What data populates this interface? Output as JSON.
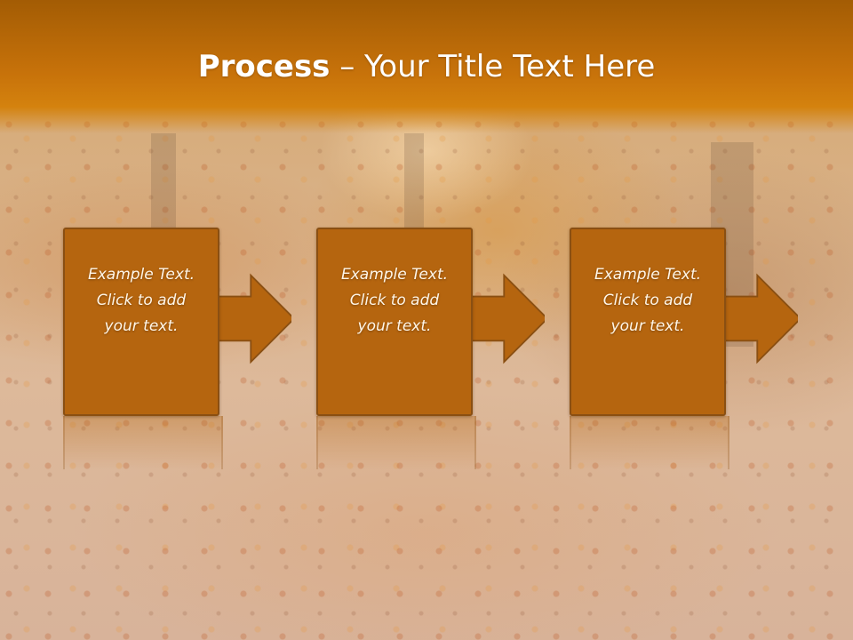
{
  "slide": {
    "title_bold": "Process",
    "title_rest": " – Your Title Text Here",
    "steps": [
      {
        "text": "Example Text.\nClick  to add\nyour text."
      },
      {
        "text": "Example Text.\nClick  to add\nyour text."
      },
      {
        "text": "Example Text.\nClick  to add\nyour text."
      }
    ]
  },
  "colors": {
    "header": "#c7720a",
    "box_fill": "#b5650f",
    "box_border": "#8a4f12",
    "text": "#ffffff"
  },
  "background": "autumn-forest-leaves-photo"
}
